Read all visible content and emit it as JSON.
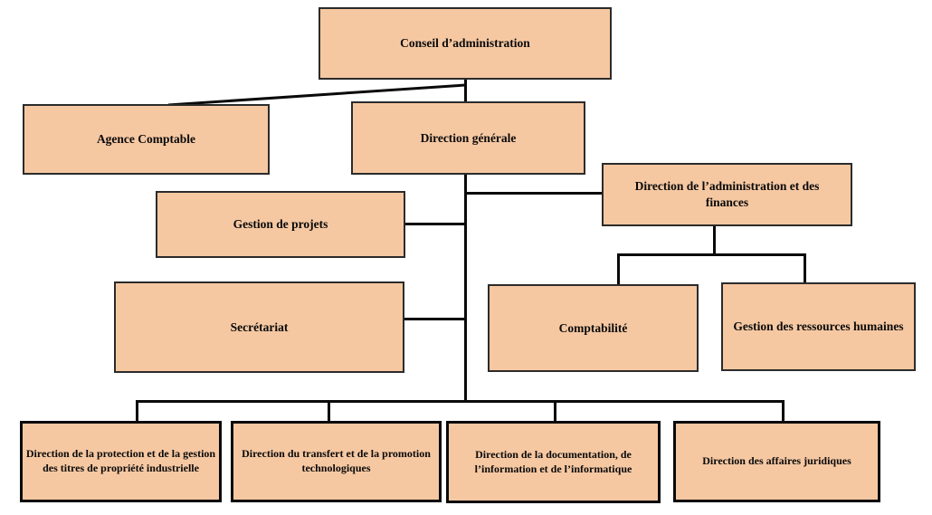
{
  "diagram": {
    "type": "organizational-chart",
    "colors": {
      "node_fill": "#F6C8A2",
      "node_border": "#2B2B2B",
      "connector": "#0A0A0A",
      "background": "#FFFFFF"
    }
  },
  "nodes": {
    "conseil": {
      "label": "Conseil d’administration"
    },
    "agence_comptable": {
      "label": "Agence Comptable"
    },
    "direction_generale": {
      "label": "Direction générale"
    },
    "direction_administration_finances": {
      "label": "Direction de l’administration et des finances"
    },
    "gestion_projets": {
      "label": "Gestion de projets"
    },
    "secretariat": {
      "label": "Secrétariat"
    },
    "comptabilite": {
      "label": "Comptabilité"
    },
    "gestion_ressources_humaines": {
      "label": "Gestion des ressources humaines"
    },
    "direction_protection_titres": {
      "label": "Direction de la protection et de la gestion des titres de propriété industrielle"
    },
    "direction_transfert_promotion": {
      "label": "Direction du transfert et de la promotion technologiques"
    },
    "direction_documentation_information": {
      "label": "Direction de la documentation, de l’information et de l’informatique"
    },
    "direction_affaires_juridiques": {
      "label": "Direction des affaires juridiques"
    }
  },
  "edges": [
    {
      "from": "conseil",
      "to": "agence_comptable"
    },
    {
      "from": "conseil",
      "to": "direction_generale"
    },
    {
      "from": "direction_generale",
      "to": "direction_administration_finances"
    },
    {
      "from": "direction_generale",
      "to": "gestion_projets"
    },
    {
      "from": "direction_generale",
      "to": "secretariat"
    },
    {
      "from": "direction_administration_finances",
      "to": "comptabilite"
    },
    {
      "from": "direction_administration_finances",
      "to": "gestion_ressources_humaines"
    },
    {
      "from": "direction_generale",
      "to": "direction_protection_titres"
    },
    {
      "from": "direction_generale",
      "to": "direction_transfert_promotion"
    },
    {
      "from": "direction_generale",
      "to": "direction_documentation_information"
    },
    {
      "from": "direction_generale",
      "to": "direction_affaires_juridiques"
    }
  ]
}
